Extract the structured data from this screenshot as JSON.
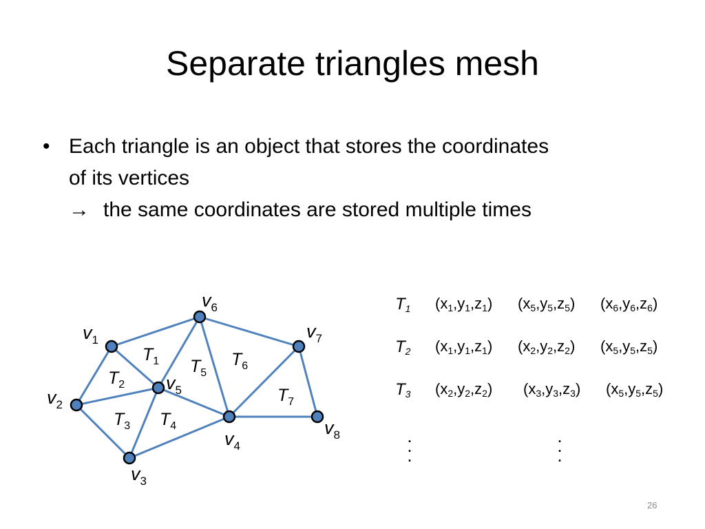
{
  "slide": {
    "title": "Separate triangles mesh",
    "bullet_dot": "•",
    "bullet_line1": "Each triangle is an object that stores the coordinates",
    "bullet_line2": "of its vertices",
    "arrow": "→",
    "bullet_line3": "the same coordinates are stored multiple times",
    "page_number": "26"
  },
  "colors": {
    "edge": "#4f81bd",
    "node_fill": "#4f81bd",
    "node_stroke": "#000000"
  },
  "mesh": {
    "vertices": [
      {
        "id": "v1",
        "sym": "v",
        "sub": "1"
      },
      {
        "id": "v2",
        "sym": "v",
        "sub": "2"
      },
      {
        "id": "v3",
        "sym": "v",
        "sub": "3"
      },
      {
        "id": "v4",
        "sym": "v",
        "sub": "4"
      },
      {
        "id": "v5",
        "sym": "v",
        "sub": "5"
      },
      {
        "id": "v6",
        "sym": "v",
        "sub": "6"
      },
      {
        "id": "v7",
        "sym": "v",
        "sub": "7"
      },
      {
        "id": "v8",
        "sym": "v",
        "sub": "8"
      }
    ],
    "edges": [
      [
        "v1",
        "v6"
      ],
      [
        "v1",
        "v2"
      ],
      [
        "v1",
        "v5"
      ],
      [
        "v2",
        "v5"
      ],
      [
        "v2",
        "v3"
      ],
      [
        "v3",
        "v5"
      ],
      [
        "v3",
        "v4"
      ],
      [
        "v5",
        "v4"
      ],
      [
        "v5",
        "v6"
      ],
      [
        "v6",
        "v4"
      ],
      [
        "v6",
        "v7"
      ],
      [
        "v7",
        "v4"
      ],
      [
        "v7",
        "v8"
      ],
      [
        "v4",
        "v8"
      ]
    ],
    "triangles": [
      {
        "sym": "T",
        "sub": "1"
      },
      {
        "sym": "T",
        "sub": "2"
      },
      {
        "sym": "T",
        "sub": "3"
      },
      {
        "sym": "T",
        "sub": "4"
      },
      {
        "sym": "T",
        "sub": "5"
      },
      {
        "sym": "T",
        "sub": "6"
      },
      {
        "sym": "T",
        "sub": "7"
      }
    ]
  },
  "table": {
    "rows": [
      {
        "name": {
          "sym": "T",
          "sub": "1"
        },
        "coords": [
          [
            {
              "c": "x",
              "s": "1"
            },
            {
              "c": "y",
              "s": "1"
            },
            {
              "c": "z",
              "s": "1"
            }
          ],
          [
            {
              "c": "x",
              "s": "5"
            },
            {
              "c": "y",
              "s": "5"
            },
            {
              "c": "z",
              "s": "5"
            }
          ],
          [
            {
              "c": "x",
              "s": "6"
            },
            {
              "c": "y",
              "s": "6"
            },
            {
              "c": "z",
              "s": "6"
            }
          ]
        ]
      },
      {
        "name": {
          "sym": "T",
          "sub": "2"
        },
        "coords": [
          [
            {
              "c": "x",
              "s": "1"
            },
            {
              "c": "y",
              "s": "1"
            },
            {
              "c": "z",
              "s": "1"
            }
          ],
          [
            {
              "c": "x",
              "s": "2"
            },
            {
              "c": "y",
              "s": "2"
            },
            {
              "c": "z",
              "s": "2"
            }
          ],
          [
            {
              "c": "x",
              "s": "5"
            },
            {
              "c": "y",
              "s": "5"
            },
            {
              "c": "z",
              "s": "5"
            }
          ]
        ]
      },
      {
        "name": {
          "sym": "T",
          "sub": "3"
        },
        "coords": [
          [
            {
              "c": "x",
              "s": "2"
            },
            {
              "c": "y",
              "s": "2"
            },
            {
              "c": "z",
              "s": "2"
            }
          ],
          [
            {
              "c": "x",
              "s": "3"
            },
            {
              "c": "y",
              "s": "3"
            },
            {
              "c": "z",
              "s": "3"
            }
          ],
          [
            {
              "c": "x",
              "s": "5"
            },
            {
              "c": "y",
              "s": "5"
            },
            {
              "c": "z",
              "s": "5"
            }
          ]
        ]
      }
    ],
    "ellipsis_dot": "."
  }
}
